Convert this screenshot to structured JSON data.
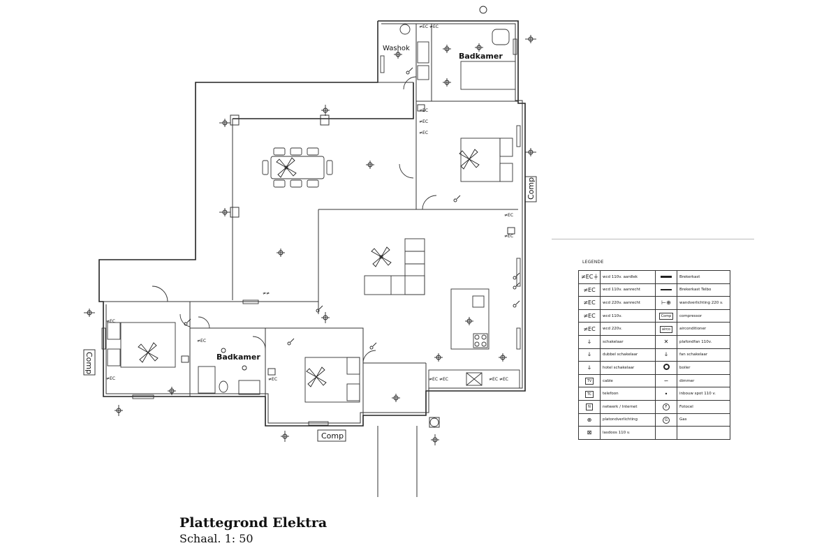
{
  "plan": {
    "rooms": {
      "washok": "Washok",
      "badkamer_1": "Badkamer",
      "badkamer_2": "Badkamer",
      "comp_right": "Comp",
      "comp_left": "Comp",
      "comp_bottom": "Comp"
    }
  },
  "legend": {
    "title": "LEGENDE",
    "rows": [
      {
        "icon_left": "socket-earth-icon",
        "label_left": "wcd 110v. aardlek",
        "icon_right": "bar-thick-icon",
        "label_right": "Brekerkast"
      },
      {
        "icon_left": "socket-upright-icon",
        "label_left": "wcd 110v. aanrecht",
        "icon_right": "bar-thin-icon",
        "label_right": "Brekerkast Telbo"
      },
      {
        "icon_left": "socket-220-upright-icon",
        "label_left": "wcd 220v. aanrecht",
        "icon_right": "wall-light-icon",
        "label_right": "wandverlichting 220 v."
      },
      {
        "icon_left": "socket-110-icon",
        "label_left": "wcd 110v.",
        "icon_right": "compressor-icon",
        "label_right": "compressor"
      },
      {
        "icon_left": "socket-220-icon",
        "label_left": "wcd 220v.",
        "icon_right": "airco-icon",
        "label_right": "airconditioner"
      },
      {
        "icon_left": "switch-icon",
        "label_left": "schakelaar",
        "icon_right": "ceiling-fan-icon",
        "label_right": "plafondfan 110v."
      },
      {
        "icon_left": "double-switch-icon",
        "label_left": "dubbel schakelaar",
        "icon_right": "fan-switch-icon",
        "label_right": "fan schakelaar"
      },
      {
        "icon_left": "hotel-switch-icon",
        "label_left": "hotel schakelaar",
        "icon_right": "boiler-icon",
        "label_right": "boiler"
      },
      {
        "icon_left": "tv-icon",
        "label_left": "cable",
        "icon_right": "dimmer-icon",
        "label_right": "dimmer"
      },
      {
        "icon_left": "tc-icon",
        "label_left": "telefoon",
        "icon_right": "spot-icon",
        "label_right": "inbouw spot 110 v."
      },
      {
        "icon_left": "network-icon",
        "label_left": "netwerk / Internet",
        "icon_right": "photocell-icon",
        "label_right": "Fotocel"
      },
      {
        "icon_left": "ceiling-light-icon",
        "label_left": "platondverlichting",
        "icon_right": "gas-icon",
        "label_right": "Gas"
      },
      {
        "icon_left": "junction-box-icon",
        "label_left": "lasdoos 110 v.",
        "icon_right": "",
        "label_right": ""
      }
    ],
    "glyphs": {
      "comp": "Comp",
      "airco": "airco",
      "tv": "TV",
      "tc": "TC",
      "n": "N",
      "f": "F",
      "g": "G"
    }
  },
  "title": {
    "main": "Plattegrond Elektra",
    "scale": "Schaal. 1: 50"
  }
}
